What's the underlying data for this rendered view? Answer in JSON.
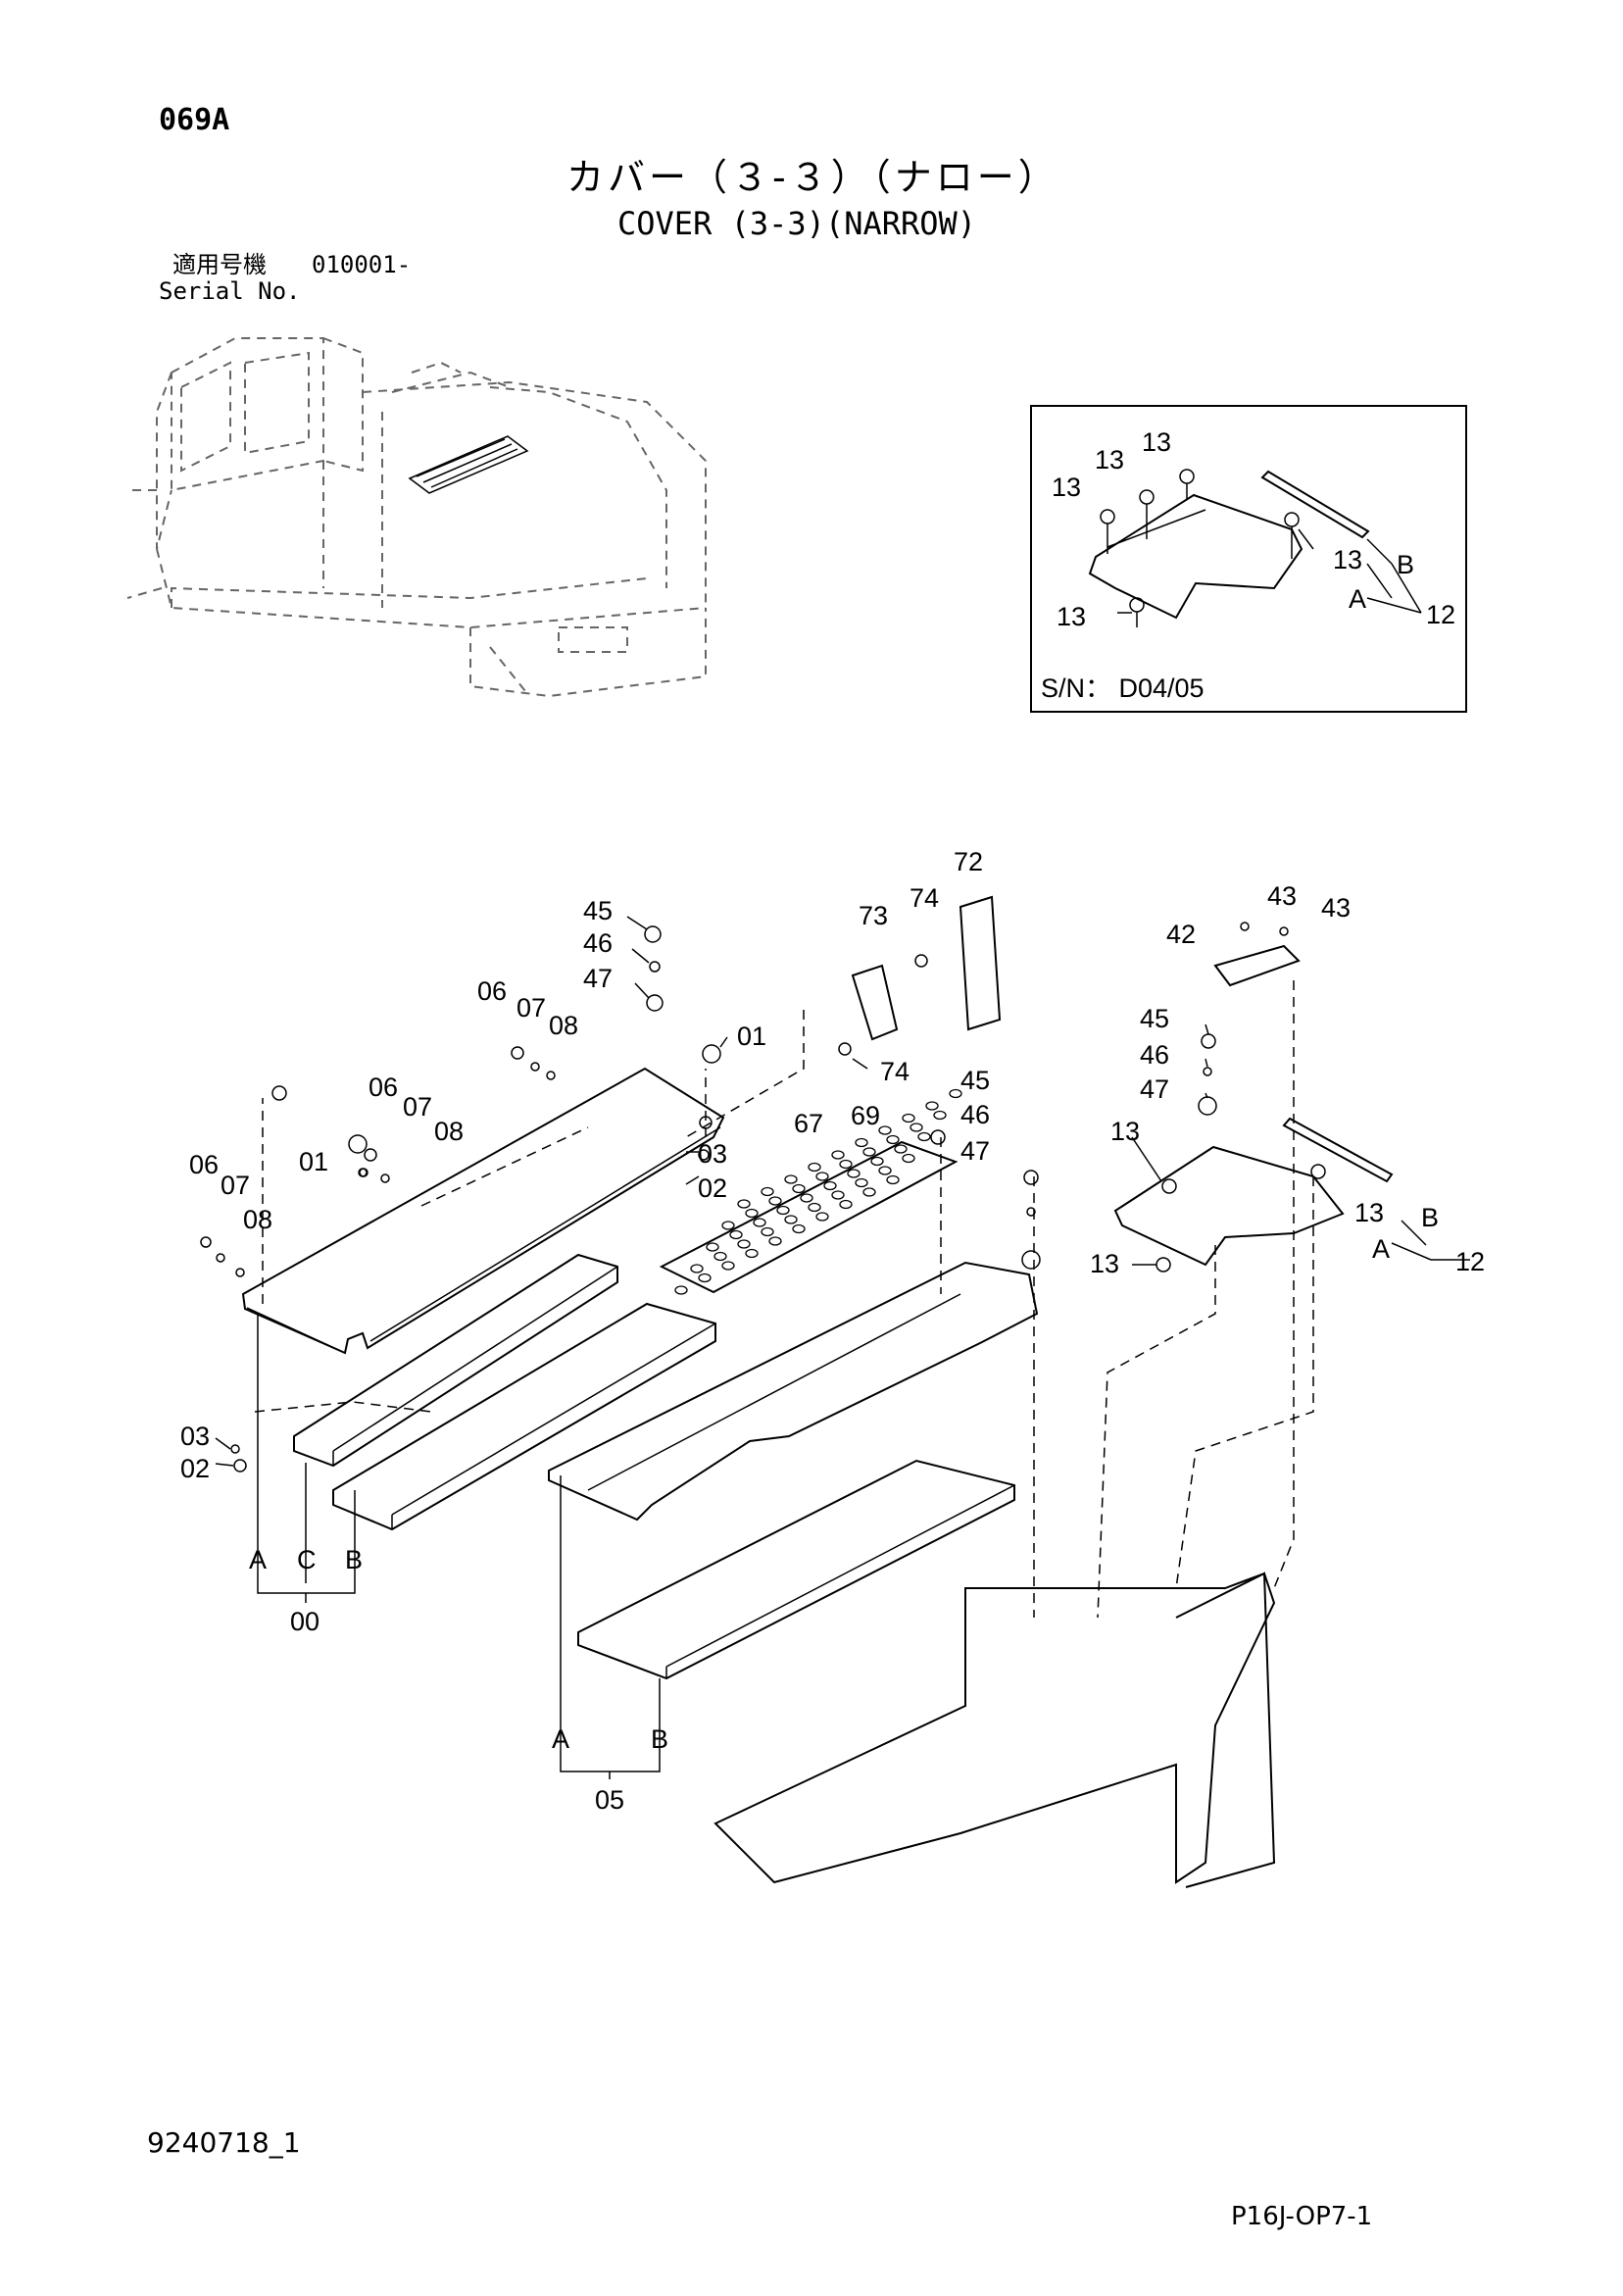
{
  "header": {
    "page_code": "069A",
    "title_jp": "カバー（３-３）（ナロー）",
    "title_en": "COVER (3-3)(NARROW)",
    "serial_label_jp": "適用号機",
    "serial_value": "010001-",
    "serial_label_en": "Serial No."
  },
  "inset": {
    "serial_note": "S/N： D04/05",
    "callouts": [
      "13",
      "13",
      "13",
      "13",
      "13",
      "B",
      "A",
      "12"
    ]
  },
  "callouts": {
    "c45a": "45",
    "c46a": "46",
    "c47a": "47",
    "c06a": "06",
    "c07a": "07",
    "c08a": "08",
    "c01a": "01",
    "c73": "73",
    "c74a": "74",
    "c72": "72",
    "c74b": "74",
    "c06b": "06",
    "c07b": "07",
    "c08b": "08",
    "c01b": "01",
    "c06c": "06",
    "c07c": "07",
    "c08c": "08",
    "c03a": "03",
    "c02a": "02",
    "c67": "67",
    "c69": "69",
    "c45b": "45",
    "c46b": "46",
    "c47b": "47",
    "c42": "42",
    "c43a": "43",
    "c43b": "43",
    "c45c": "45",
    "c46c": "46",
    "c47c": "47",
    "c13a": "13",
    "c13b": "13",
    "c13c": "13",
    "cBa": "B",
    "cAa": "A",
    "c12": "12",
    "c03b": "03",
    "c02b": "02",
    "cAb": "A",
    "cCb": "C",
    "cBb": "B",
    "c00": "00",
    "cAc": "A",
    "cBc": "B",
    "c05": "05"
  },
  "footer": {
    "doc_number": "9240718_1",
    "page_ref": "P16J-OP7-1"
  }
}
